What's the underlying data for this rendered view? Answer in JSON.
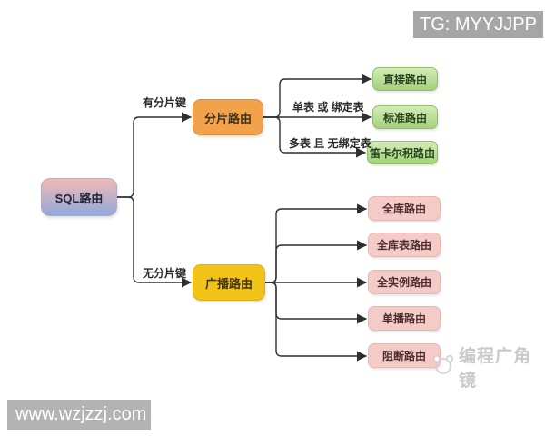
{
  "watermarks": {
    "tg_badge": "TG: MYYJJPP",
    "site": "www.wzjzzj.com",
    "channel": "编程广角镜"
  },
  "diagram": {
    "root": {
      "label": "SQL路由"
    },
    "branches": [
      {
        "label": "分片路由",
        "condition": "有分片键",
        "children": [
          {
            "label": "直接路由",
            "condition": ""
          },
          {
            "label": "标准路由",
            "condition": "单表 或 绑定表"
          },
          {
            "label": "笛卡尔积路由",
            "condition": "多表 且 无绑定表"
          }
        ]
      },
      {
        "label": "广播路由",
        "condition": "无分片键",
        "children": [
          {
            "label": "全库路由"
          },
          {
            "label": "全库表路由"
          },
          {
            "label": "全实例路由"
          },
          {
            "label": "单播路由"
          },
          {
            "label": "阻断路由"
          }
        ]
      }
    ]
  },
  "colors": {
    "root_gradient_top": "#f2b9b3",
    "root_gradient_bottom": "#92a8db",
    "sharding_node": "#f2a24b",
    "broadcast_node": "#f2c319",
    "sharding_children": "#b8dd92",
    "broadcast_children": "#f4cbc7",
    "connector": "#2f2f2f",
    "watermark_bg": "#ababab"
  }
}
